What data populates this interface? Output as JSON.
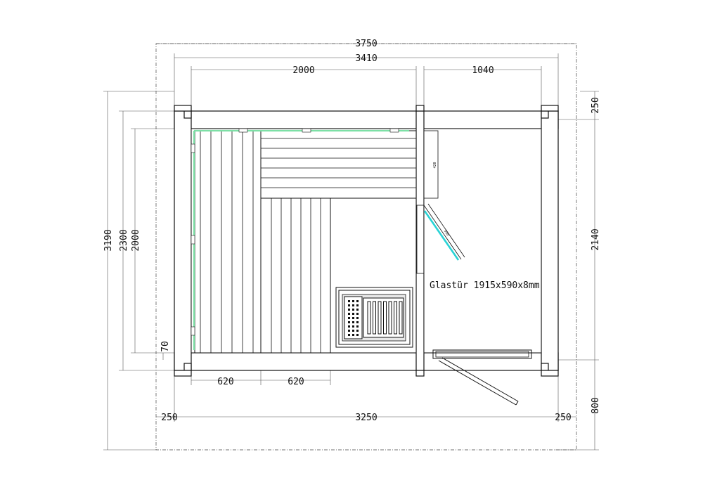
{
  "drawing": {
    "dimensions": {
      "top_total": "3750",
      "top_inner": "3410",
      "top_left_section": "2000",
      "top_right_section": "1040",
      "right_wall": "250",
      "right_height": "2140",
      "right_bottom": "800",
      "left_outer": "3190",
      "left_middle": "2300",
      "left_inner": "2000",
      "left_small": "70",
      "bottom_bench_1": "620",
      "bottom_bench_2": "620",
      "bottom_left": "250",
      "bottom_middle": "3250",
      "bottom_right": "250",
      "small_vertical": "420",
      "door_width_small": "590"
    },
    "glass_door_label": "Glastür 1915x590x8mm",
    "colors": {
      "lines": "#111111",
      "led_strip": "#7de0a6",
      "glass": "#29d3d6"
    }
  }
}
